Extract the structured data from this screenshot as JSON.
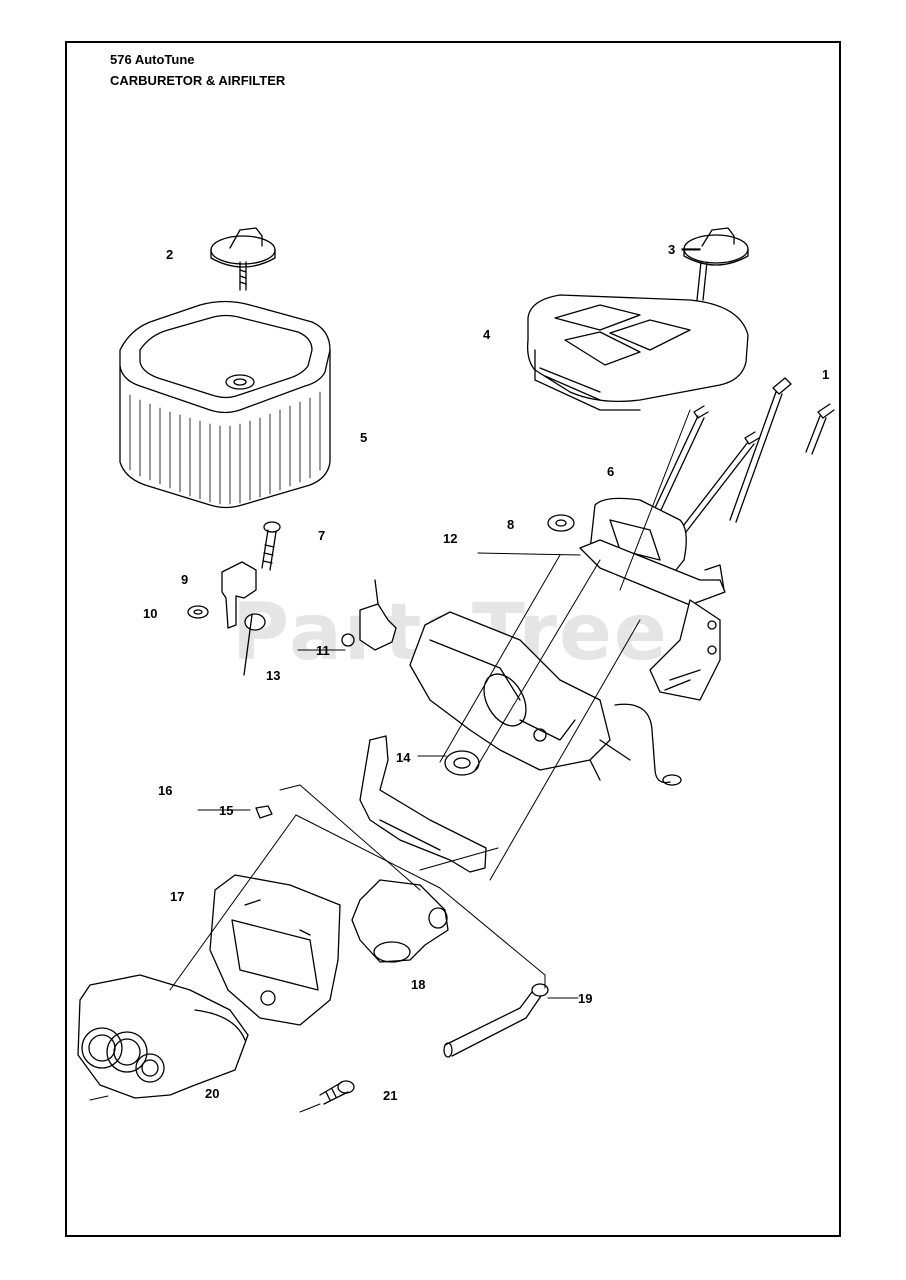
{
  "header": {
    "model": "576 AutoTune",
    "section": "CARBURETOR & AIRFILTER"
  },
  "watermark": "PartsTree",
  "callouts": [
    {
      "id": "c1",
      "label": "1"
    },
    {
      "id": "c2",
      "label": "2"
    },
    {
      "id": "c3",
      "label": "3"
    },
    {
      "id": "c4",
      "label": "4"
    },
    {
      "id": "c5",
      "label": "5"
    },
    {
      "id": "c6",
      "label": "6"
    },
    {
      "id": "c7",
      "label": "7"
    },
    {
      "id": "c8",
      "label": "8"
    },
    {
      "id": "c9",
      "label": "9"
    },
    {
      "id": "c10",
      "label": "10"
    },
    {
      "id": "c11",
      "label": "11"
    },
    {
      "id": "c12",
      "label": "12"
    },
    {
      "id": "c13",
      "label": "13"
    },
    {
      "id": "c14",
      "label": "14"
    },
    {
      "id": "c15",
      "label": "15"
    },
    {
      "id": "c16",
      "label": "16"
    },
    {
      "id": "c17",
      "label": "17"
    },
    {
      "id": "c18",
      "label": "18"
    },
    {
      "id": "c19",
      "label": "19"
    },
    {
      "id": "c20",
      "label": "20"
    },
    {
      "id": "c21",
      "label": "21"
    }
  ]
}
